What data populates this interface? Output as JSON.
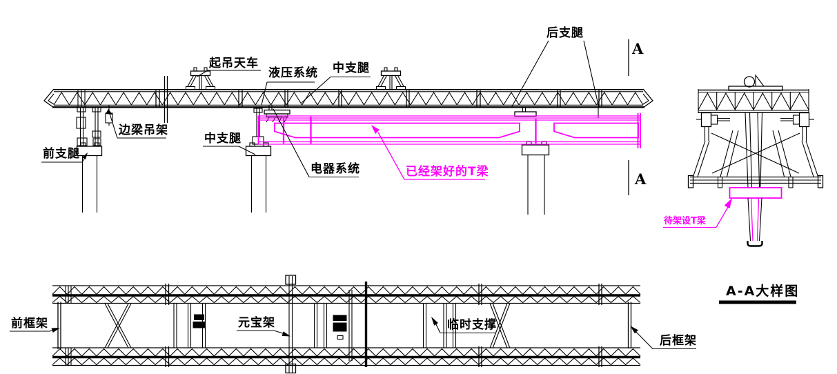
{
  "drawing": {
    "background_color": "#ffffff",
    "line_color": "#000000",
    "highlight_color": "#ff00ff"
  },
  "elevation_view": {
    "labels": {
      "lifting_trolley": "起吊天车",
      "hydraulic_system": "液压系统",
      "middle_leg_upper": "中支腿",
      "rear_leg": "后支腿",
      "side_beam_hanger": "边梁吊架",
      "front_leg": "前支腿",
      "middle_leg_lower": "中支腿",
      "electrical_system": "电器系统",
      "erected_t_beam": "已经架好的T梁"
    },
    "section_marker": {
      "top": "A",
      "bottom": "A"
    }
  },
  "section_view": {
    "title": "A-A大样图",
    "labels": {
      "t_beam_to_erect": "待架设T梁"
    }
  },
  "plan_view": {
    "labels": {
      "front_frame": "前框架",
      "yuanbao_frame": "元宝架",
      "temporary_support": "临时支撑",
      "rear_frame": "后框架"
    }
  }
}
